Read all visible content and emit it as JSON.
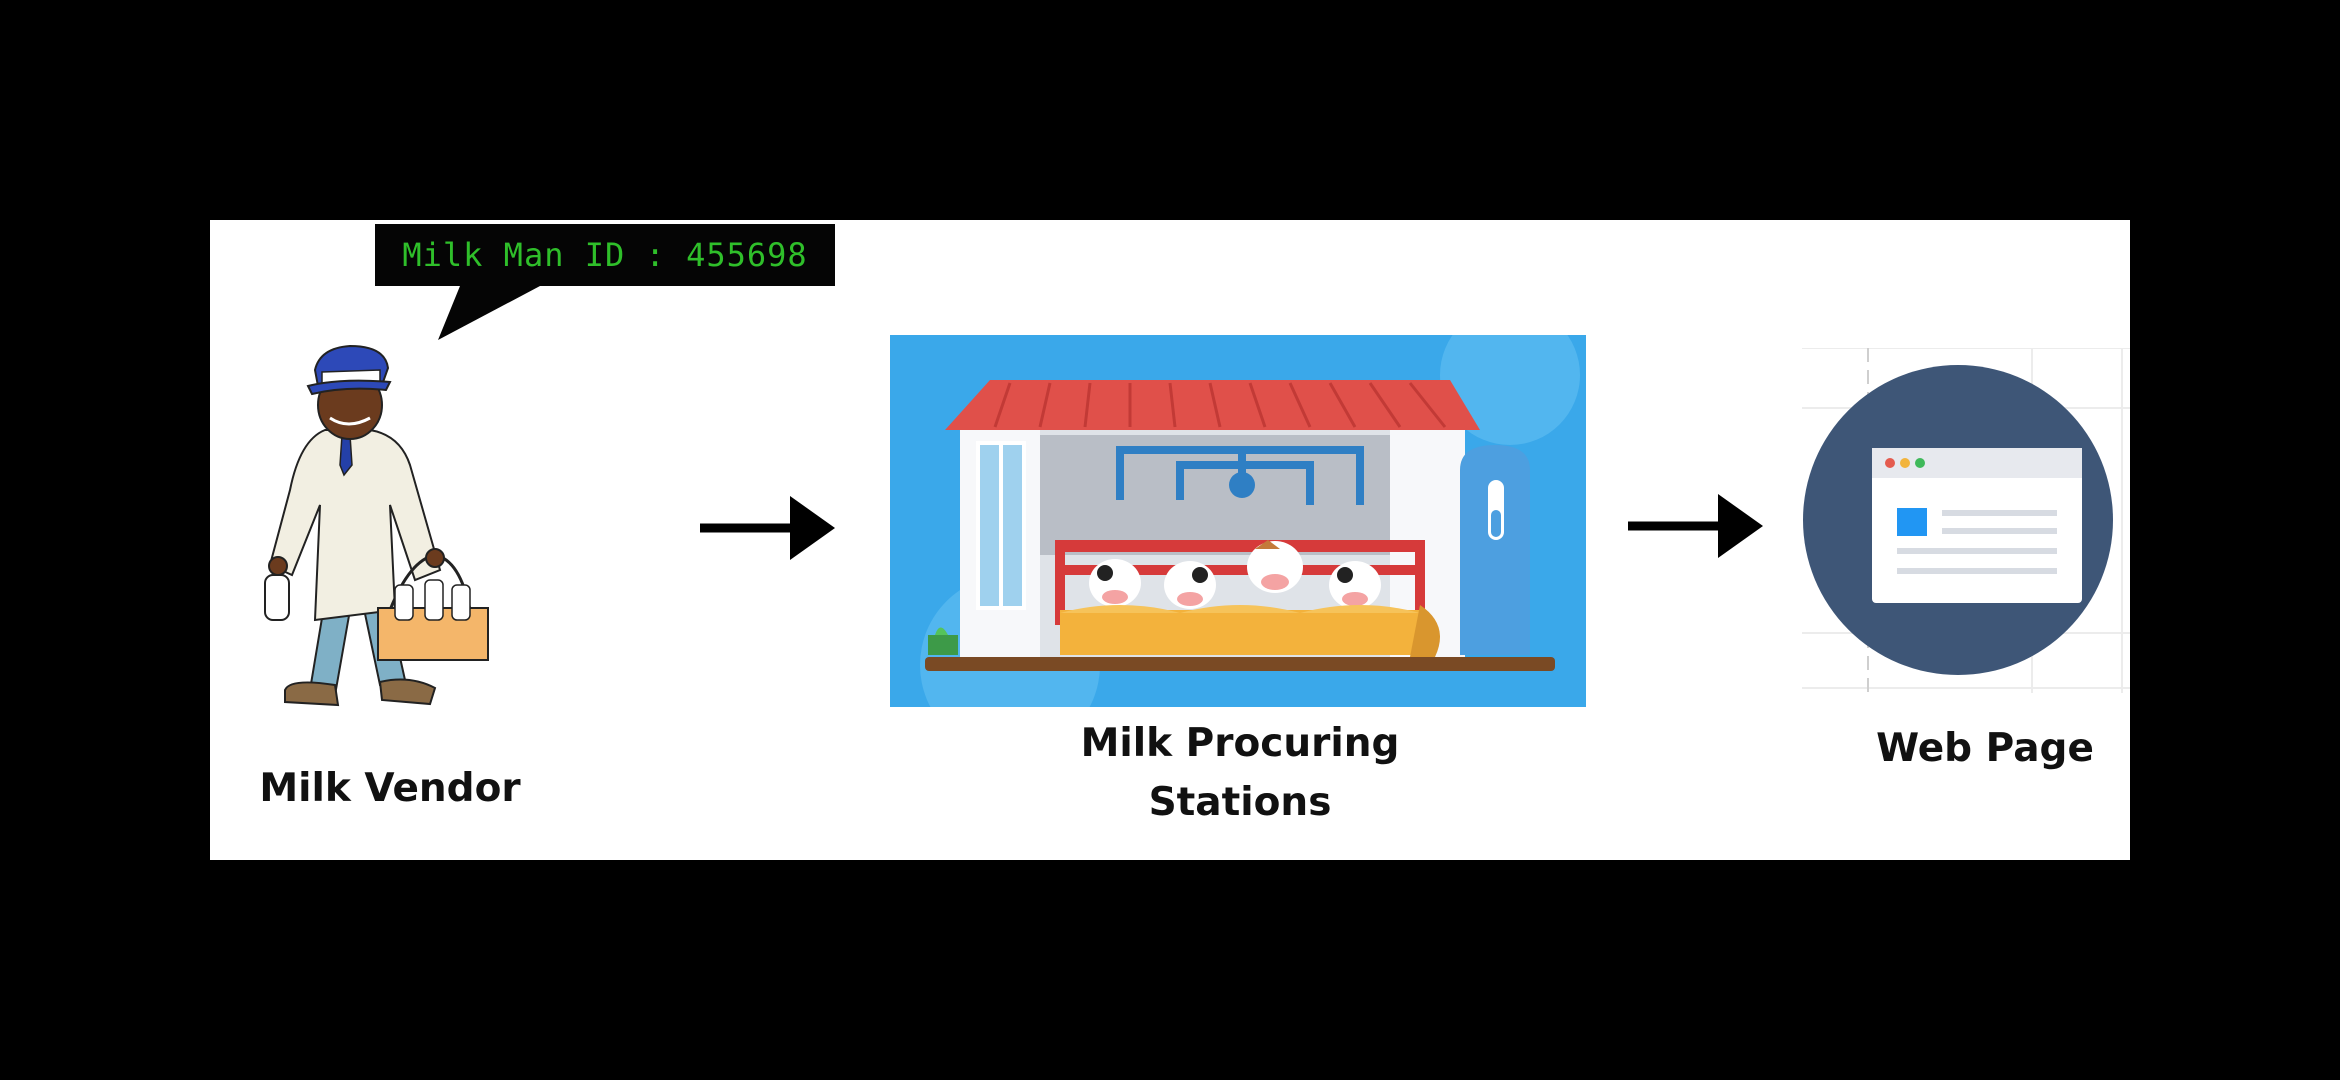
{
  "speech_bubble": {
    "text": "Milk Man ID : 455698",
    "text_color": "#2fbf2a",
    "background": "#050505"
  },
  "nodes": [
    {
      "id": "milk-vendor",
      "label": "Milk Vendor",
      "icon": "milkman-illustration"
    },
    {
      "id": "milk-procuring-stations",
      "label_line1": "Milk Procuring",
      "label_line2": "Stations",
      "icon": "cow-farm-illustration"
    },
    {
      "id": "web-page",
      "label": "Web Page",
      "icon": "web-page-icon"
    }
  ],
  "edges": [
    {
      "from": "milk-vendor",
      "to": "milk-procuring-stations"
    },
    {
      "from": "milk-procuring-stations",
      "to": "web-page"
    }
  ],
  "colors": {
    "frame": "#000000",
    "panel": "#ffffff",
    "farm_sky": "#3aa8ea",
    "roof": "#e0504a",
    "web_circle": "#3e5677",
    "web_accent": "#2196f3"
  }
}
